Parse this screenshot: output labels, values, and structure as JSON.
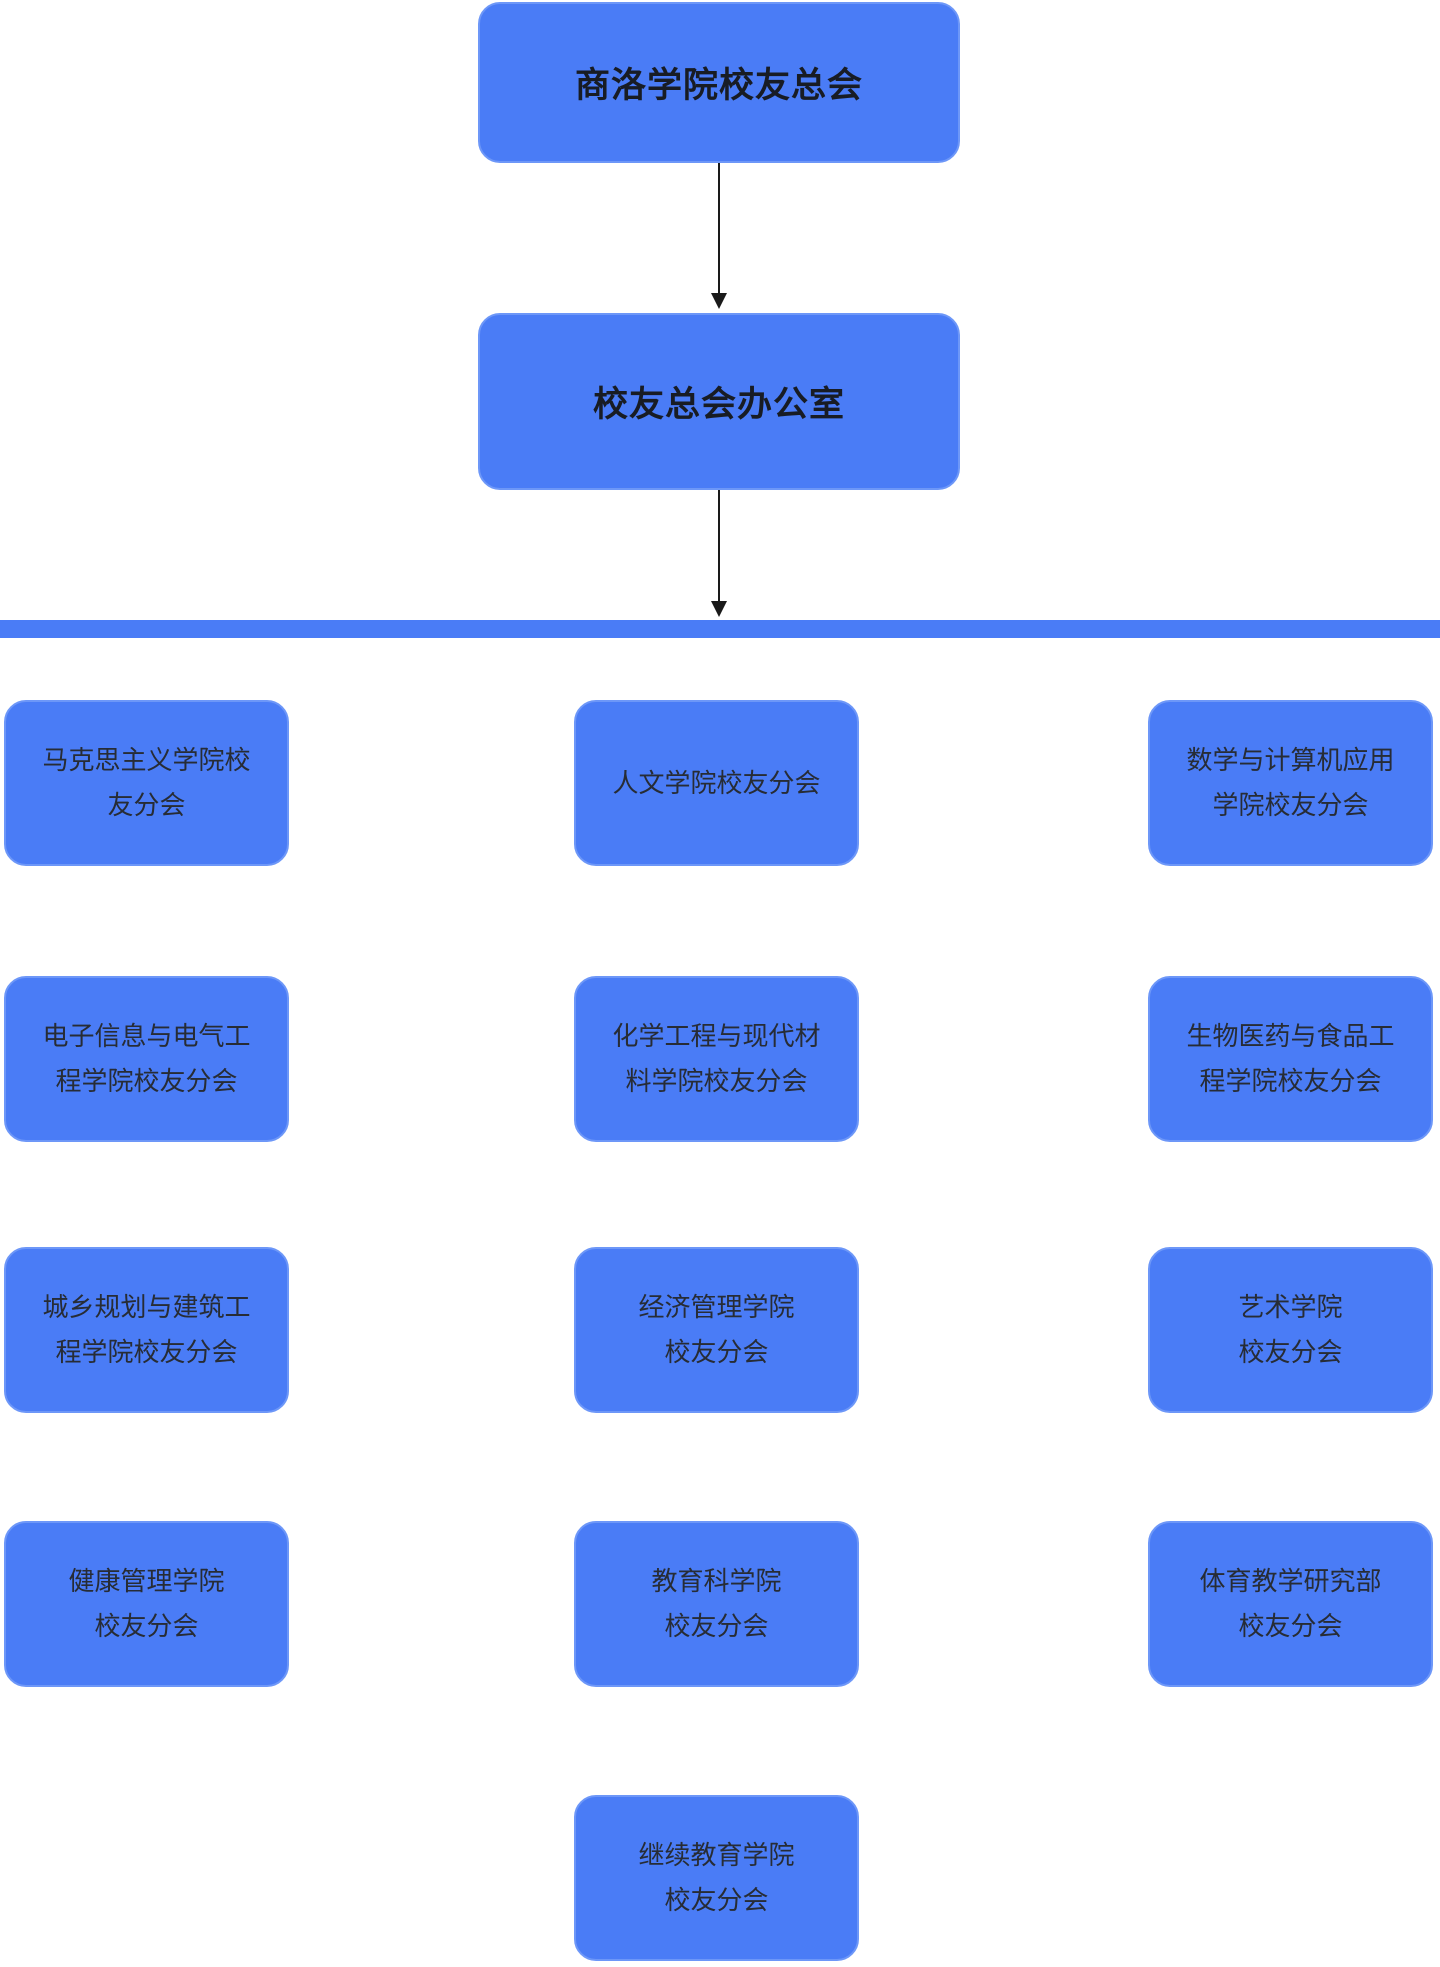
{
  "palette": {
    "node_fill": "#4a7cf6",
    "node_border": "#6d97f8",
    "title_text": "#181c24",
    "leaf_text": "#272c35",
    "connector": "#1a1a1a",
    "background": "#ffffff"
  },
  "root": {
    "label": "商洛学院校友总会"
  },
  "office": {
    "label": "校友总会办公室"
  },
  "branches": [
    {
      "label": [
        "马克思主义学院校",
        "友分会"
      ]
    },
    {
      "label": [
        "人文学院校友分会"
      ]
    },
    {
      "label": [
        "数学与计算机应用",
        "学院校友分会"
      ]
    },
    {
      "label": [
        "电子信息与电气工",
        "程学院校友分会"
      ]
    },
    {
      "label": [
        "化学工程与现代材",
        "料学院校友分会"
      ]
    },
    {
      "label": [
        "生物医药与食品工",
        "程学院校友分会"
      ]
    },
    {
      "label": [
        "城乡规划与建筑工",
        "程学院校友分会"
      ]
    },
    {
      "label": [
        "经济管理学院",
        "校友分会"
      ]
    },
    {
      "label": [
        "艺术学院",
        "校友分会"
      ]
    },
    {
      "label": [
        "健康管理学院",
        "校友分会"
      ]
    },
    {
      "label": [
        "教育科学院",
        "校友分会"
      ]
    },
    {
      "label": [
        "体育教学研究部",
        "校友分会"
      ]
    },
    {
      "label": [
        "继续教育学院",
        "校友分会"
      ]
    }
  ]
}
